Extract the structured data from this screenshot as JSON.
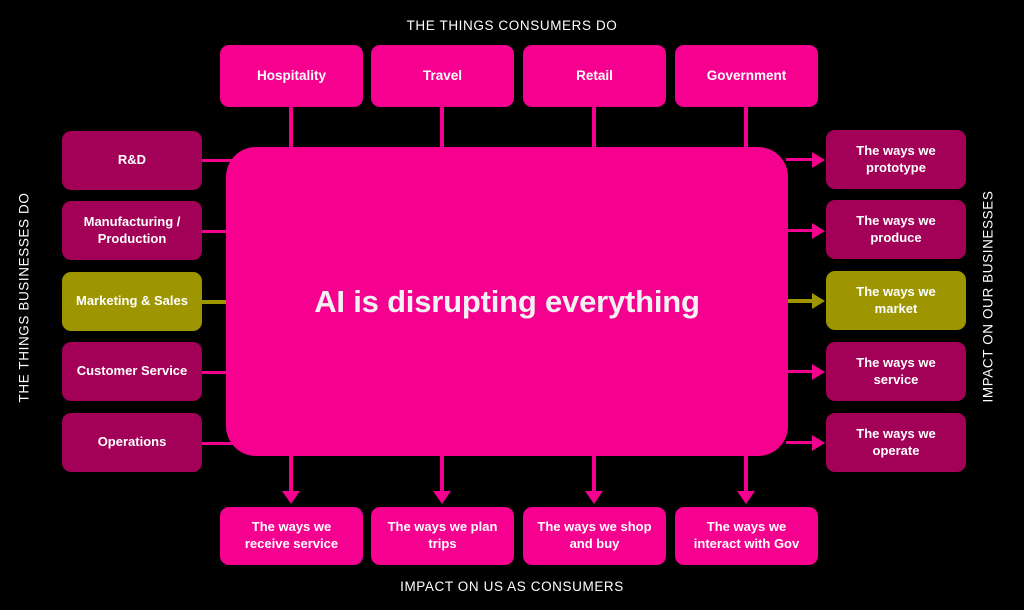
{
  "diagram": {
    "title": "AI is disrupting everything",
    "background_color": "#000000",
    "colors": {
      "magenta": "#f5008f",
      "plum": "#a30057",
      "olive": "#9e9600",
      "text": "#ffffff",
      "title_text": "#f2f2f2"
    },
    "captions": {
      "top": "THE THINGS CONSUMERS DO",
      "bottom": "IMPACT ON US AS CONSUMERS",
      "left": "THE THINGS BUSINESSES DO",
      "right": "IMPACT ON OUR BUSINESSES"
    },
    "top_nodes": [
      {
        "label": "Hospitality",
        "color": "magenta"
      },
      {
        "label": "Travel",
        "color": "magenta"
      },
      {
        "label": "Retail",
        "color": "magenta"
      },
      {
        "label": "Government",
        "color": "magenta"
      }
    ],
    "bottom_nodes": [
      {
        "label": "The ways we receive service",
        "color": "magenta"
      },
      {
        "label": "The ways we plan trips",
        "color": "magenta"
      },
      {
        "label": "The ways we shop and buy",
        "color": "magenta"
      },
      {
        "label": "The ways we interact with Gov",
        "color": "magenta"
      }
    ],
    "left_nodes": [
      {
        "label": "R&D",
        "color": "plum"
      },
      {
        "label": "Manufacturing / Production",
        "color": "plum"
      },
      {
        "label": "Marketing & Sales",
        "color": "olive"
      },
      {
        "label": "Customer Service",
        "color": "plum"
      },
      {
        "label": "Operations",
        "color": "plum"
      }
    ],
    "right_nodes": [
      {
        "label": "The ways we prototype",
        "color": "plum"
      },
      {
        "label": "The ways we produce",
        "color": "plum"
      },
      {
        "label": "The ways we market",
        "color": "olive"
      },
      {
        "label": "The ways we service",
        "color": "plum"
      },
      {
        "label": "The ways we operate",
        "color": "plum"
      }
    ]
  }
}
